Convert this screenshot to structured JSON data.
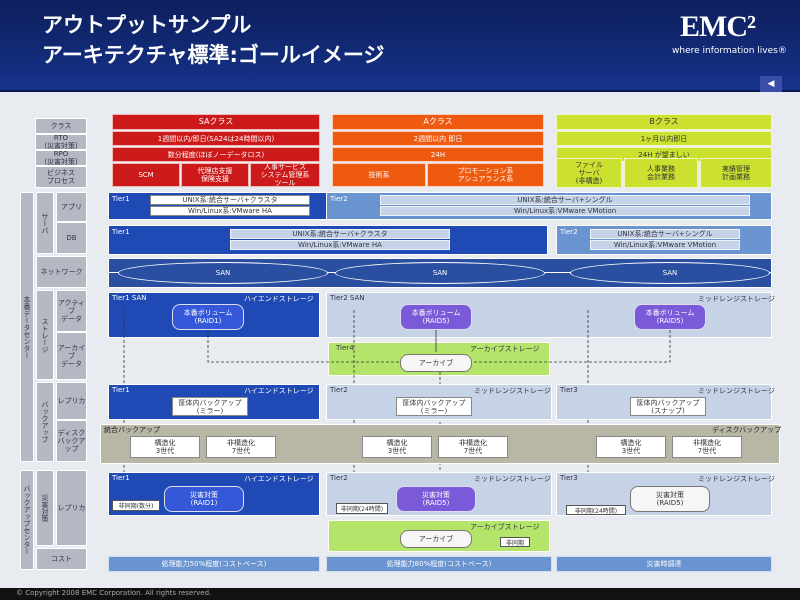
{
  "header": {
    "title_line1": "アウトプットサンプル",
    "title_line2": "アーキテクチャ標準:ゴールイメージ",
    "logo_text": "EMC²",
    "tagline": "where information lives®"
  },
  "left_labels": {
    "class": "クラス",
    "rto": "RTO\n(災害対策)",
    "rpo": "RPO\n(災害対策)",
    "service": "ビジネス\nプロセス",
    "app_server": "アプリ",
    "db_server": "DB",
    "server": "サーバ",
    "network": "ネットワーク",
    "active_data": "アクティブ\nデータ",
    "archive_data": "アーカイブ\nデータ",
    "storage": "ストレージ",
    "honban": "本番データセンター",
    "replica": "レプリカ",
    "disk_backup": "ディスク\nバックアップ",
    "backup": "バックアップ",
    "replica2": "レプリカ",
    "disaster_label": "災害対策",
    "backup_center": "バックアップセンター",
    "cost": "コスト"
  },
  "sa": {
    "title": "SAクラス",
    "rto": "1週間以内/即日(SA24は24時間以内)",
    "rpo": "数分程度(ほぼノーデータロス)",
    "svc": [
      "SCM",
      "代理店支援\n保険支援",
      "人事サービス\nシステム管理系\nツール"
    ],
    "tier1": "Tier1",
    "app": "UNIX系:統合サーバ+クラスタ",
    "app_os": "Win/Linux系:VMware HA",
    "db": "UNIX系:統合サーバ+クラスタ",
    "db_os": "Win/Linux系:VMware HA",
    "san": "SAN",
    "tier1_san": "Tier1 SAN",
    "storage_high": "ハイエンドストレージ",
    "volume": "本番ボリューム\n(RAID1)",
    "backup_tier": "Tier1",
    "backup_storage": "ハイエンドストレージ",
    "backup_vol": "筐体内バックアップ\n(ミラー)",
    "dr_tier": "Tier1",
    "dr_storage": "ハイエンドストレージ",
    "dr_vol": "災害対策\n(RAID1)",
    "dr_mode": "非同期(数分)",
    "cost": "処理能力50%程度(コストベース)"
  },
  "a": {
    "title": "Aクラス",
    "rto": "2週間以内 即日",
    "rpo": "24H",
    "svc": [
      "技術系",
      "プロモーション系\nアシュアランス系"
    ],
    "tier2": "Tier2",
    "app": "UNIX系:統合サーバ+シングル",
    "app_os": "Win/Linux系:VMware VMotion",
    "san": "SAN",
    "tier2_san": "Tier2 SAN",
    "storage_mid": "ミッドレンジストレージ",
    "volume": "本番ボリューム\n(RAID5)",
    "archive_tier": "Tier4",
    "archive_storage": "アーカイブストレージ",
    "archive": "アーカイブ",
    "backup_tier": "Tier2",
    "backup_storage": "ミッドレンジストレージ",
    "backup_vol": "筐体内バックアップ\n(ミラー)",
    "dr_tier": "Tier2",
    "dr_storage": "ミッドレンジストレージ",
    "dr_vol": "災害対策\n(RAID5)",
    "dr_mode": "非同期(24時間)",
    "archive2_storage": "アーカイブストレージ",
    "archive2": "アーカイブ",
    "async": "非同期",
    "cost": "処理能力80%程度(コストベース)"
  },
  "b": {
    "title": "Bクラス",
    "rto": "1ヶ月以内即日",
    "rpo": "24H が望ましい",
    "svc": [
      "ファイル\nサーバ\n(非構造)",
      "人事業務\n会計業務",
      "実績管理\n計画業務"
    ],
    "tier2": "Tier2",
    "db": "UNIX系:統合サーバ+シングル",
    "db_os": "Win/Linux系:VMware VMotion",
    "san": "SAN",
    "storage_mid": "ミッドレンジストレージ",
    "volume": "本番ボリューム\n(RAID5)",
    "backup_tier": "Tier3",
    "backup_storage": "ミッドレンジストレージ",
    "backup_vol": "筐体内バックアップ\n(スナップ)",
    "dr_tier": "Tier3",
    "dr_storage": "ミッドレンジストレージ",
    "dr_vol": "災害対策\n(RAID5)",
    "dr_mode": "非同期(24時間)",
    "cost": "災害時調達"
  },
  "backup_band": {
    "left_title": "統合バックアップ",
    "right_title": "ディスクバックアップ",
    "items": [
      "構造化\n3世代",
      "非構造化\n7世代",
      "構造化\n3世代",
      "非構造化\n7世代",
      "構造化\n3世代",
      "非構造化\n7世代"
    ]
  },
  "footer": {
    "copyright": "© Copyright 2008 EMC Corporation. All rights reserved."
  }
}
